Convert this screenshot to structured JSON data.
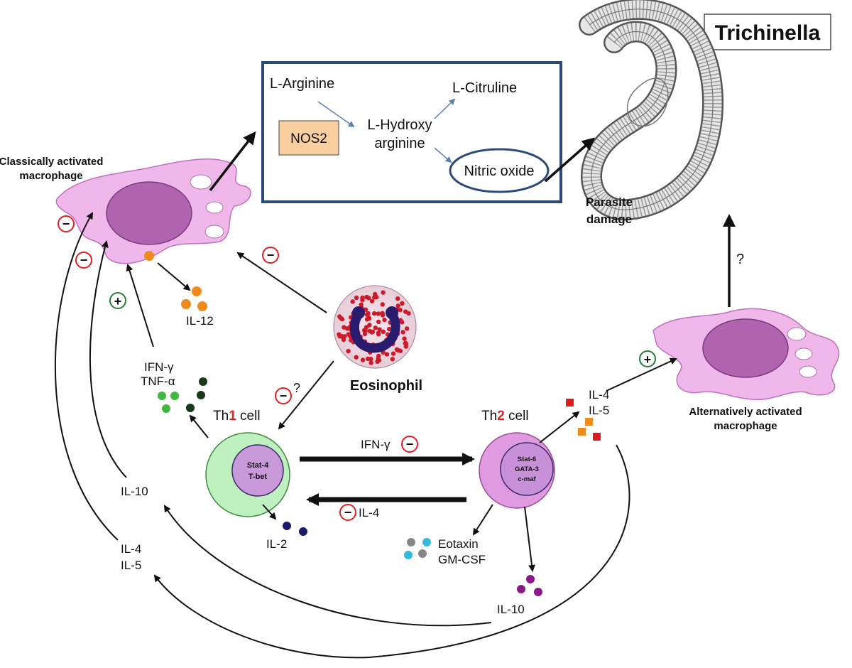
{
  "title": "Trichinella",
  "no_pathway": {
    "l_arginine": "L-Arginine",
    "nos2": "NOS2",
    "l_hydroxy_line1": "L-Hydroxy",
    "l_hydroxy_line2": "arginine",
    "l_citruline": "L-Citruline",
    "nitric_oxide": "Nitric oxide"
  },
  "parasite": {
    "line1": "Parasite",
    "line2": "damage"
  },
  "classical_macrophage": {
    "line1": "Classically activated",
    "line2": "macrophage"
  },
  "alternative_macrophage": {
    "line1": "Alternatively activated",
    "line2": "macrophage"
  },
  "eosinophil": "Eosinophil",
  "th1": {
    "prefix": "Th",
    "number": "1",
    "suffix": " cell",
    "tf1": "Stat-4",
    "tf2": "T-bet"
  },
  "th2": {
    "prefix": "Th",
    "number": "2",
    "suffix": " cell",
    "tf1": "Stat-6",
    "tf2": "GATA-3",
    "tf3": "c-maf"
  },
  "cytokines": {
    "il12": "IL-12",
    "ifn_gamma": "IFN-γ",
    "tnf_alpha": "TNF-α",
    "il2": "IL-2",
    "il10_left": "IL-10",
    "il4_left": "IL-4",
    "il5_left": "IL-5",
    "il4_right": "IL-4",
    "il5_right": "IL-5",
    "eotaxin": "Eotaxin",
    "gm_csf": "GM-CSF",
    "il10_bottom": "IL-10",
    "th1_to_th2": "IFN-γ",
    "th2_to_th1": "IL-4"
  },
  "signs": {
    "minus": "−",
    "plus": "+"
  },
  "question_mark": "?",
  "colors": {
    "box_border": "#2b4a7a",
    "nos2_fill": "#f9cfa0",
    "inhibit_red": "#e02020",
    "activate_green": "#2a7a3a",
    "macrophage_fill": "#f0b8ea",
    "nucleus_fill": "#b064b0",
    "th1_fill": "#bff0c0",
    "th2_fill": "#e09ae0",
    "eosinophil_granule": "#cc1a2a"
  }
}
